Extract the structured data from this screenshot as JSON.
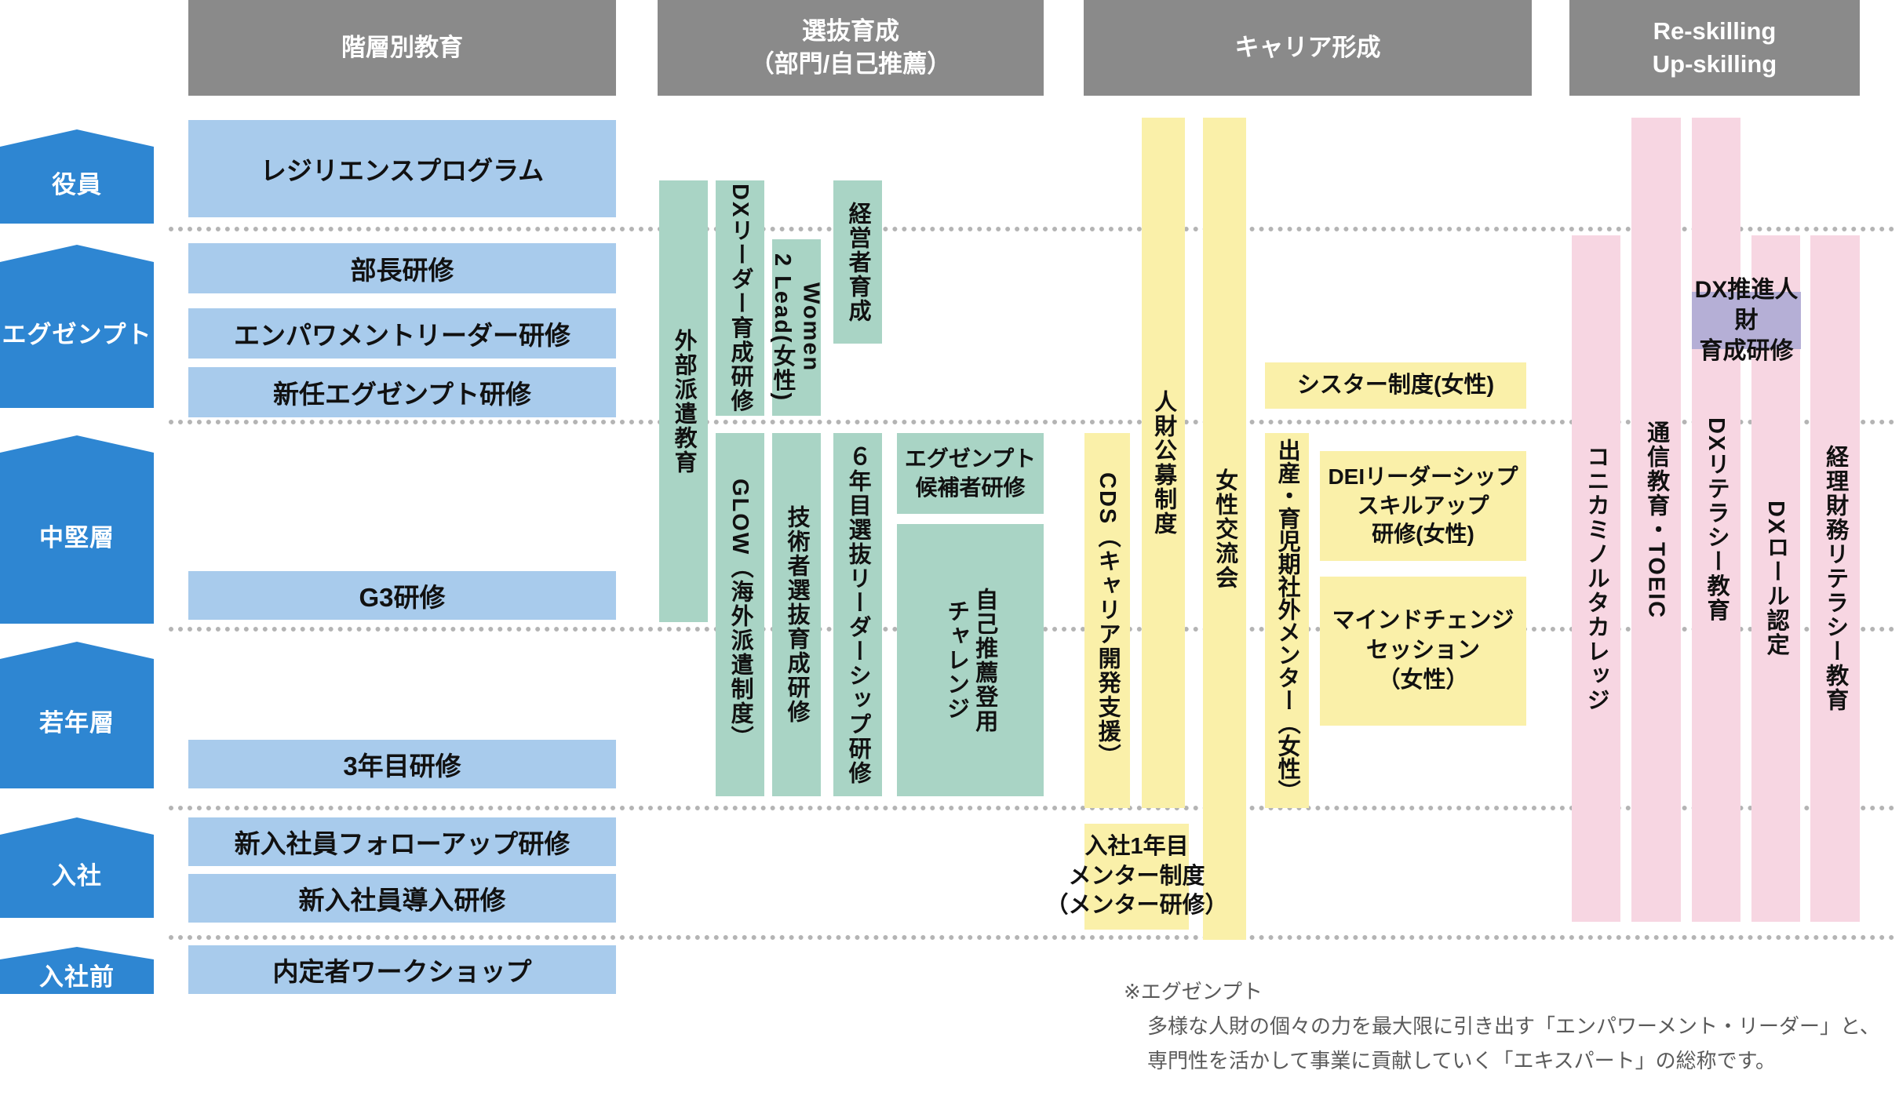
{
  "headers": [
    {
      "label": "階層別教育"
    },
    {
      "label": "選抜育成\n（部門/自己推薦）"
    },
    {
      "label": "キャリア形成"
    },
    {
      "label": "Re-skilling\nUp-skilling"
    }
  ],
  "levels": [
    {
      "label": "役員"
    },
    {
      "label": "エグゼンプト"
    },
    {
      "label": "中堅層"
    },
    {
      "label": "若年層"
    },
    {
      "label": "入社"
    },
    {
      "label": "入社前"
    }
  ],
  "hierarchy": {
    "boxes": [
      {
        "label": "レジリエンスプログラム"
      },
      {
        "label": "部長研修"
      },
      {
        "label": "エンパワメントリーダー研修"
      },
      {
        "label": "新任エグゼンプト研修"
      },
      {
        "label": "G3研修"
      },
      {
        "label": "3年目研修"
      },
      {
        "label": "新入社員フォローアップ研修"
      },
      {
        "label": "新入社員導入研修"
      },
      {
        "label": "内定者ワークショップ"
      }
    ]
  },
  "selective": {
    "bars": [
      {
        "label": "外部派遣教育"
      },
      {
        "label": "DXリーダー育成研修"
      },
      {
        "label": "Women\n2 Lead(女性)"
      },
      {
        "label": "経営者育成"
      },
      {
        "label": "GLOW（海外派遣制度）"
      },
      {
        "label": "技術者選抜育成研修"
      },
      {
        "label": "６年目選抜リーダーシップ研修"
      }
    ],
    "boxes": [
      {
        "label": "エグゼンプト\n候補者研修"
      },
      {
        "label": "自己推薦登用\nチャレンジ"
      }
    ]
  },
  "career": {
    "bars": [
      {
        "label": "CDS（キャリア開発支援）"
      },
      {
        "label": "人財公募制度"
      },
      {
        "label": "女性交流会"
      },
      {
        "label": "出産・育児期社外メンター（女性）"
      }
    ],
    "boxes": [
      {
        "label": "シスター制度(女性)"
      },
      {
        "label": "DEIリーダーシップ\nスキルアップ\n研修(女性)"
      },
      {
        "label": "マインドチェンジ\nセッション\n（女性）"
      },
      {
        "label": "入社1年目\nメンター制度\n（メンター研修）"
      }
    ]
  },
  "reskilling": {
    "bars": [
      {
        "label": "コニカミノルタカレッジ"
      },
      {
        "label": "通信教育・TOEIC"
      },
      {
        "label": "DXリテラシー教育"
      },
      {
        "label": "DXロール認定"
      },
      {
        "label": "経理財務リテラシー教育"
      }
    ],
    "overlay": {
      "label": "DX推進人財\n育成研修"
    }
  },
  "note": {
    "title": "※エグゼンプト",
    "line1": "多様な人財の個々の力を最大限に引き出す「エンパワーメント・リーダー」と、",
    "line2": "専門性を活かして事業に貢献していく「エキスパート」の総称です。"
  },
  "colors": {
    "header_bg": "#8A8A8A",
    "level_arrow_blue": "#2E86D2",
    "hierarchy_box_blue": "#A8CBEC",
    "selective_green": "#A9D4C5",
    "career_yellow": "#FAF0A9",
    "reskilling_pink": "#F7D6E2",
    "overlay_purple": "#B5AFD6",
    "dotted_line_gray": "#B4B4B4",
    "note_text_gray": "#5A5A5A"
  }
}
